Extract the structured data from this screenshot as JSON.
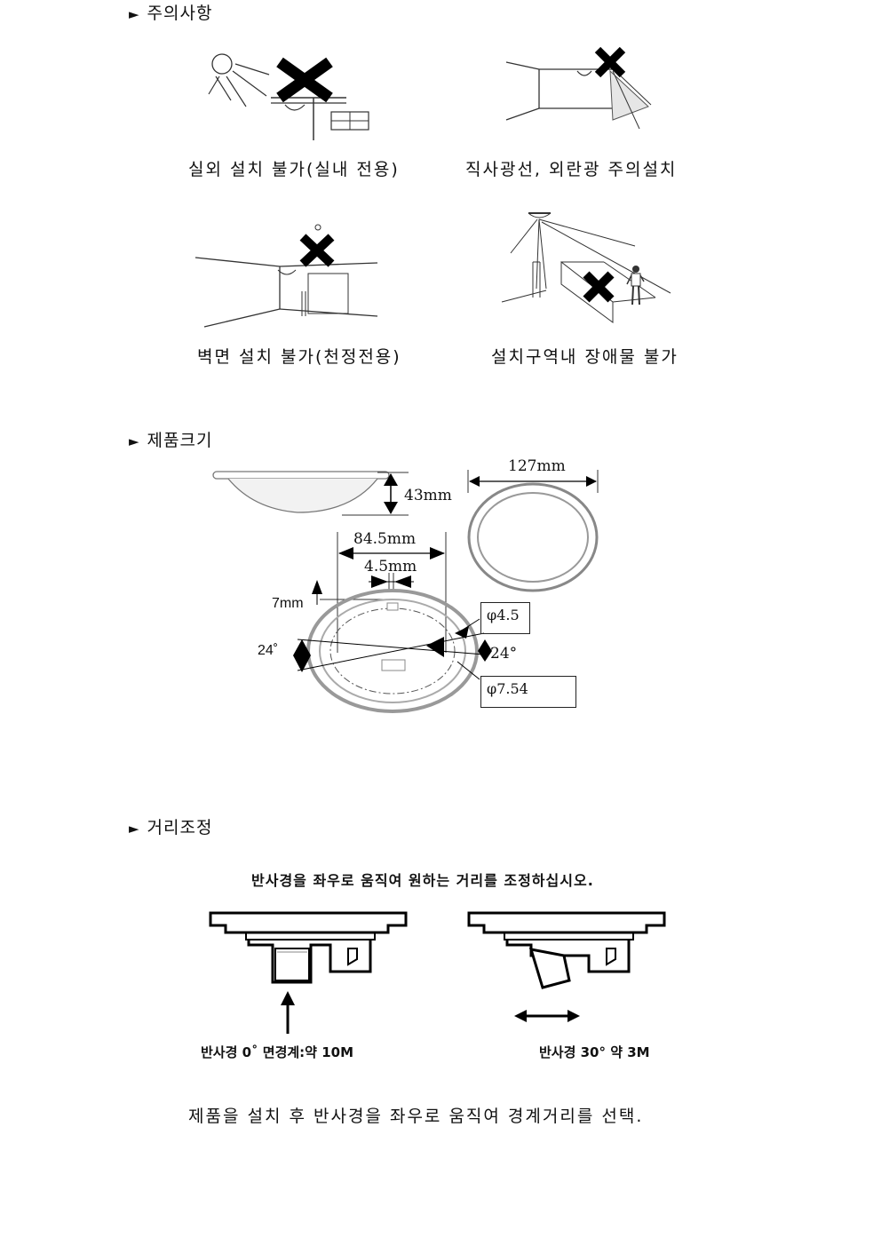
{
  "sections": {
    "precautions": {
      "marker": "►",
      "title": "주의사항"
    },
    "dimensions": {
      "marker": "►",
      "title": "제품크기"
    },
    "distance": {
      "marker": "►",
      "title": "거리조정"
    }
  },
  "precautions": {
    "captions": [
      "실외 설치 불가(실내 전용)",
      "직사광선, 외란광 주의설치",
      "벽면 설치 불가(천정전용)",
      "설치구역내 장애물 불가"
    ]
  },
  "dimensions": {
    "height": "43mm",
    "diameter": "127mm",
    "hole_spacing": "84.5mm",
    "slot_width": "4.5mm",
    "offset": "7mm",
    "angle_left": "24˚",
    "angle_right": "24°",
    "phi_small": "φ4.5",
    "phi_large": "φ7.54"
  },
  "distance": {
    "instruction": "반사경을 좌우로 움직여 원하는 거리를 조정하십시오.",
    "label_0deg": "반사경 0˚ 면경계:약 10M",
    "label_30deg": "반사경 30° 약 3M",
    "footer": "제품을 설치 후 반사경을 좌우로 움직여 경계거리를 선택."
  }
}
